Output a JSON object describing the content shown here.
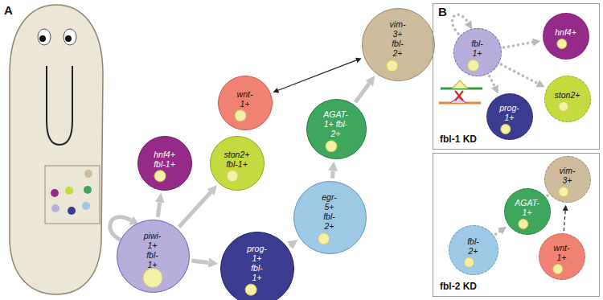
{
  "diagram": {
    "nodes": [
      {
        "text": [
          "piwi-1+ fbl-1+"
        ]
      },
      {
        "text": [
          "hnf4+ fbl-1+"
        ]
      },
      {
        "text": [
          "ston2+ fbl-1+"
        ]
      },
      {
        "text": [
          "prog-1+ fbl-1+"
        ]
      },
      {
        "text": [
          "egr-5+ fbl-2+"
        ]
      },
      {
        "text": [
          "AGAT-1+ fbl-2+"
        ]
      },
      {
        "text": [
          "wnt-1+"
        ]
      },
      {
        "text": [
          "vim-3+ fbl-2+"
        ]
      },
      {
        "text": [
          "fbl-1 KD"
        ]
      },
      {
        "text": [
          "fbl-1+"
        ],
        "in": 8
      },
      {
        "text": [
          "hnf4+"
        ],
        "in": 8
      },
      {
        "text": [
          "ston2+"
        ],
        "in": 8
      },
      {
        "text": [
          "prog-1+"
        ],
        "in": 8
      },
      {
        "text": [
          "fbl-2 KD"
        ]
      },
      {
        "text": [
          "vim-3+"
        ],
        "in": 13
      },
      {
        "text": [
          "AGAT-1+"
        ],
        "in": 13
      },
      {
        "text": [
          "fbl-2+"
        ],
        "in": 13
      },
      {
        "text": [
          "wnt-1+"
        ],
        "in": 13
      }
    ],
    "edges": [
      {
        "from": 0,
        "to": 1,
        "arrow": "to"
      },
      {
        "from": 0,
        "to": 2,
        "arrow": "to"
      },
      {
        "from": 0,
        "to": 3,
        "arrow": "to"
      },
      {
        "from": 3,
        "to": 4,
        "arrow": "to"
      },
      {
        "from": 4,
        "to": 5,
        "arrow": "to"
      },
      {
        "from": 5,
        "to": 7,
        "arrow": "to"
      },
      {
        "from": 6,
        "to": 7,
        "arrow": "both"
      },
      {
        "from": 9,
        "to": 10,
        "arrow": "to"
      },
      {
        "from": 9,
        "to": 11,
        "arrow": "to"
      },
      {
        "from": 9,
        "to": 12,
        "arrow": "to"
      },
      {
        "from": 16,
        "to": 15,
        "arrow": "to"
      },
      {
        "from": 15,
        "to": 14,
        "arrow": "to"
      },
      {
        "from": 17,
        "to": 14,
        "arrow": "to"
      }
    ],
    "labels": [
      "A",
      "B"
    ]
  }
}
